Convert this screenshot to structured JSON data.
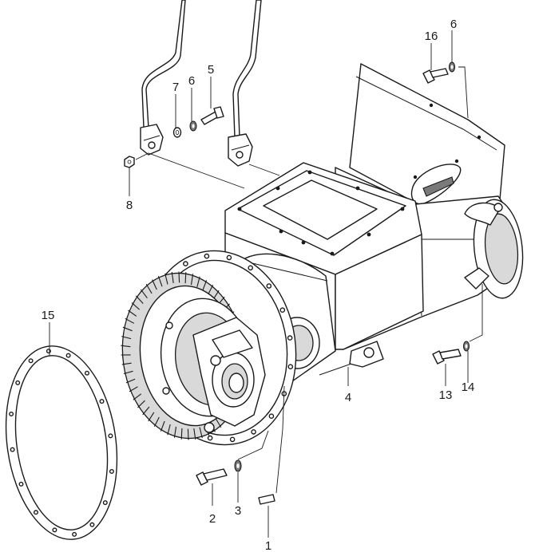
{
  "diagram": {
    "callouts": [
      {
        "id": "c1",
        "label": "1"
      },
      {
        "id": "c2",
        "label": "2"
      },
      {
        "id": "c3",
        "label": "3"
      },
      {
        "id": "c4",
        "label": "4"
      },
      {
        "id": "c5",
        "label": "5"
      },
      {
        "id": "c6a",
        "label": "6"
      },
      {
        "id": "c6b",
        "label": "6"
      },
      {
        "id": "c7",
        "label": "7"
      },
      {
        "id": "c8",
        "label": "8"
      },
      {
        "id": "c13",
        "label": "13"
      },
      {
        "id": "c14",
        "label": "14"
      },
      {
        "id": "c15",
        "label": "15"
      },
      {
        "id": "c16",
        "label": "16"
      }
    ]
  }
}
